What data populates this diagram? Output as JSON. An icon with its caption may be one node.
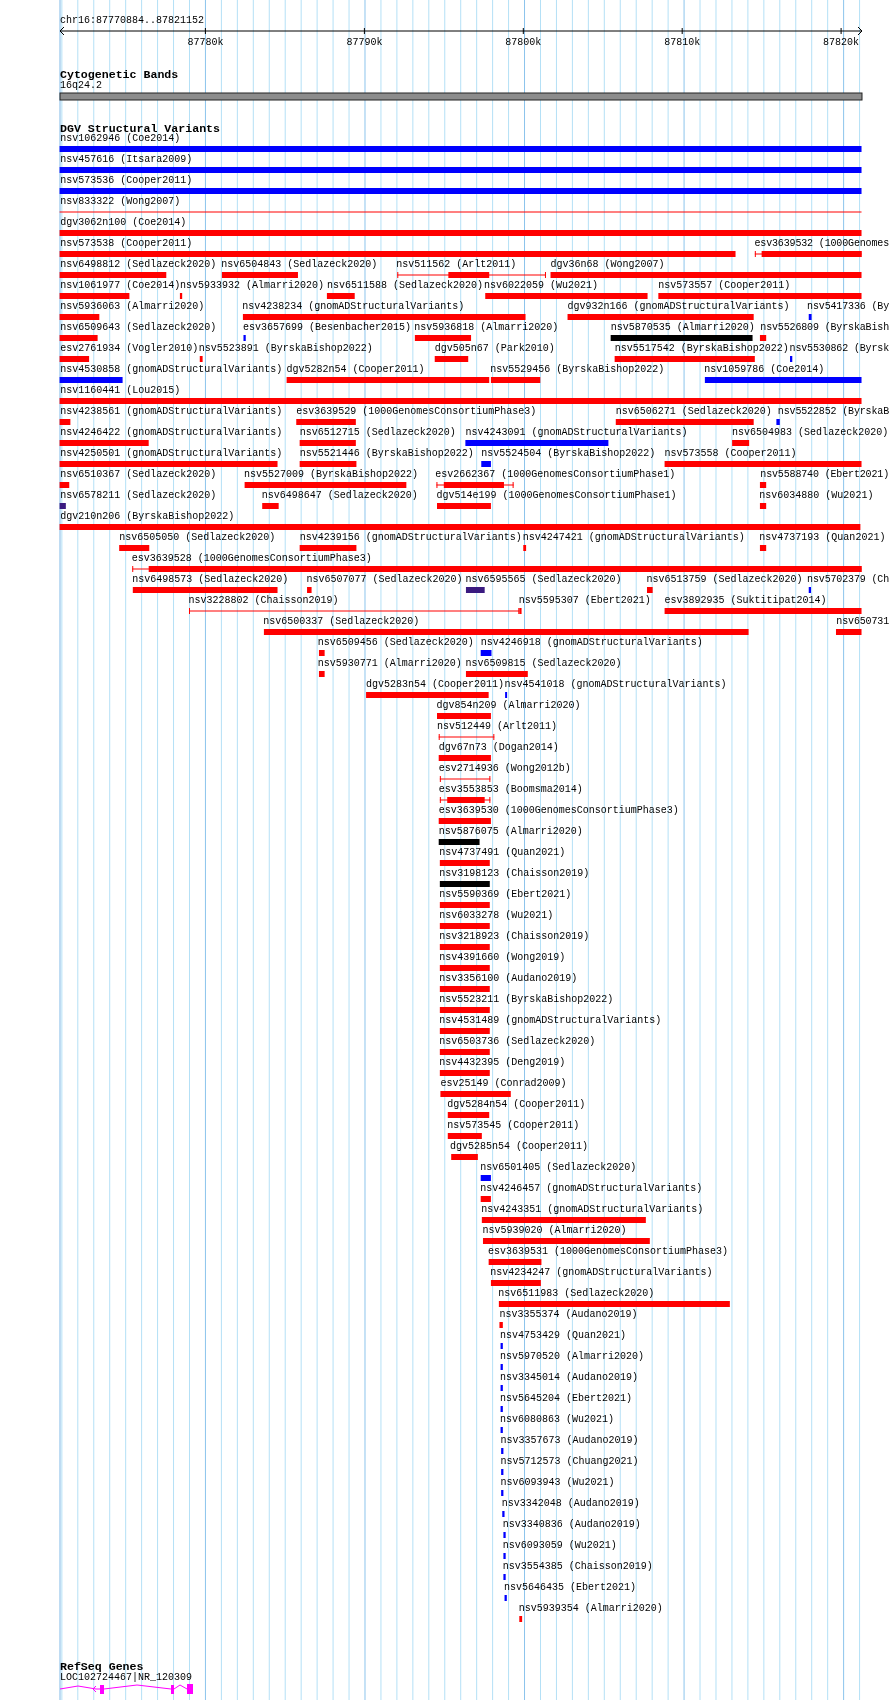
{
  "diagram": {
    "title": "chr16:87770884..87821152",
    "labels": [
      "87780k",
      "87790k",
      "87800k",
      "87810k",
      "87820k",
      "Cytogenetic Bands",
      "16q24.2",
      "DGV Structural Variants",
      "nsv1062946 (Coe2014)",
      "nsv457616 (Itsara2009)",
      "nsv573536 (Cooper2011)",
      "nsv833322 (Wong2007)",
      "dgv3062n100 (Coe2014)",
      "nsv573538 (Cooper2011)",
      "esv3639532 (1000Genomes",
      "nsv6498812 (Sedlazeck2020)",
      "nsv6504843 (Sedlazeck2020)",
      "nsv511562 (Arlt2011)",
      "dgv36n68 (Wong2007)",
      "nsv1061977 (Coe2014)",
      "nsv5933932 (Almarri2020)",
      "nsv6511588 (Sedlazeck2020)",
      "nsv6022059 (Wu2021)",
      "nsv573557 (Cooper2011)",
      "nsv5936063 (Almarri2020)",
      "nsv4238234 (gnomADStructuralVariants)",
      "dgv932n166 (gnomADStructuralVariants)",
      "nsv5417336 (By",
      "nsv6509643 (Sedlazeck2020)",
      "esv3657699 (Besenbacher2015)",
      "nsv5936818 (Almarri2020)",
      "nsv5870535 (Almarri2020)",
      "nsv5526809 (ByrskaBish",
      "esv2761934 (Vogler2010)",
      "nsv5523891 (ByrskaBishop2022)",
      "dgv505n67 (Park2010)",
      "nsv5517542 (ByrskaBishop2022)",
      "nsv5530862 (Byrsk",
      "nsv4530858 (gnomADStructuralVariants)",
      "dgv5282n54 (Cooper2011)",
      "nsv5529456 (ByrskaBishop2022)",
      "nsv1059786 (Coe2014)",
      "nsv1160441 (Lou2015)",
      "nsv4238561 (gnomADStructuralVariants)",
      "esv3639529 (1000GenomesConsortiumPhase3)",
      "nsv6506271 (Sedlazeck2020)",
      "nsv5522852 (ByrskaB",
      "nsv4246422 (gnomADStructuralVariants)",
      "nsv6512715 (Sedlazeck2020)",
      "nsv4243091 (gnomADStructuralVariants)",
      "nsv6504983 (Sedlazeck2020)",
      "nsv4250501 (gnomADStructuralVariants)",
      "nsv5521446 (ByrskaBishop2022)",
      "nsv5524504 (ByrskaBishop2022)",
      "nsv573558 (Cooper2011)",
      "nsv6510367 (Sedlazeck2020)",
      "nsv5527009 (ByrskaBishop2022)",
      "esv2662367 (1000GenomesConsortiumPhase1)",
      "nsv5588740 (Ebert2021)",
      "nsv6578211 (Sedlazeck2020)",
      "nsv6498647 (Sedlazeck2020)",
      "dgv514e199 (1000GenomesConsortiumPhase1)",
      "nsv6034880 (Wu2021)",
      "dgv210n206 (ByrskaBishop2022)",
      "nsv6505050 (Sedlazeck2020)",
      "nsv4239156 (gnomADStructuralVariants)",
      "nsv4247421 (gnomADStructuralVariants)",
      "nsv4737193 (Quan2021)",
      "esv3639528 (1000GenomesConsortiumPhase3)",
      "nsv6498573 (Sedlazeck2020)",
      "nsv6507077 (Sedlazeck2020)",
      "nsv6595565 (Sedlazeck2020)",
      "nsv6513759 (Sedlazeck2020)",
      "nsv5702379 (Ch",
      "nsv3228802 (Chaisson2019)",
      "nsv5595307 (Ebert2021)",
      "esv3892935 (Suktitipat2014)",
      "nsv6500337 (Sedlazeck2020)",
      "nsv650731",
      "nsv6509456 (Sedlazeck2020)",
      "nsv4246918 (gnomADStructuralVariants)",
      "nsv5930771 (Almarri2020)",
      "nsv6509815 (Sedlazeck2020)",
      "dgv5283n54 (Cooper2011)",
      "nsv4541018 (gnomADStructuralVariants)",
      "dgv854n209 (Almarri2020)",
      "nsv512449 (Arlt2011)",
      "dgv67n73 (Dogan2014)",
      "esv2714936 (Wong2012b)",
      "esv3553853 (Boomsma2014)",
      "esv3639530 (1000GenomesConsortiumPhase3)",
      "nsv5876075 (Almarri2020)",
      "nsv4737491 (Quan2021)",
      "nsv3198123 (Chaisson2019)",
      "nsv5590369 (Ebert2021)",
      "nsv6033278 (Wu2021)",
      "nsv3218923 (Chaisson2019)",
      "nsv4391660 (Wong2019)",
      "nsv3356100 (Audano2019)",
      "nsv5523211 (ByrskaBishop2022)",
      "nsv4531489 (gnomADStructuralVariants)",
      "nsv6503736 (Sedlazeck2020)",
      "nsv4432395 (Deng2019)",
      "esv25149 (Conrad2009)",
      "dgv5284n54 (Cooper2011)",
      "nsv573545 (Cooper2011)",
      "dgv5285n54 (Cooper2011)",
      "nsv6501405 (Sedlazeck2020)",
      "nsv4246457 (gnomADStructuralVariants)",
      "nsv4243351 (gnomADStructuralVariants)",
      "nsv5939020 (Almarri2020)",
      "esv3639531 (1000GenomesConsortiumPhase3)",
      "nsv4234247 (gnomADStructuralVariants)",
      "nsv6511983 (Sedlazeck2020)",
      "nsv3355374 (Audano2019)",
      "nsv4753429 (Quan2021)",
      "nsv5970520 (Almarri2020)",
      "nsv3345014 (Audano2019)",
      "nsv5645204 (Ebert2021)",
      "nsv6080863 (Wu2021)",
      "nsv3357673 (Audano2019)",
      "nsv5712573 (Chuang2021)",
      "nsv6093943 (Wu2021)",
      "nsv3342048 (Audano2019)",
      "nsv3340836 (Audano2019)",
      "nsv6093059 (Wu2021)",
      "nsv3554385 (Chaisson2019)",
      "nsv5646435 (Ebert2021)",
      "nsv5939354 (Almarri2020)",
      "RefSeq Genes",
      "LOC102724467|NR_120309"
    ]
  }
}
